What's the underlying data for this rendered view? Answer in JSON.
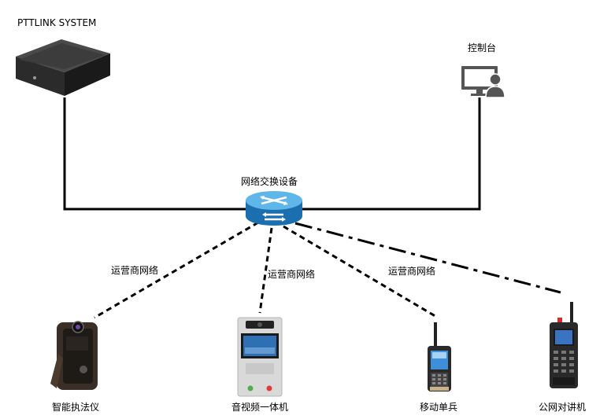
{
  "nodes": {
    "server": {
      "label": "PTTLINK SYSTEM",
      "icon": "server-box-icon"
    },
    "console": {
      "label": "控制台",
      "icon": "monitor-user-icon"
    },
    "switch": {
      "label": "网络交换设备",
      "icon": "network-switch-icon"
    },
    "bodycam": {
      "label": "智能执法仪",
      "icon": "body-camera-icon"
    },
    "intercom": {
      "label": "音视频一体机",
      "icon": "video-intercom-icon"
    },
    "mobile": {
      "label": "移动单兵",
      "icon": "mobile-radio-icon"
    },
    "radio": {
      "label": "公网对讲机",
      "icon": "handheld-radio-icon"
    }
  },
  "links": {
    "label_left": "运营商网络",
    "label_center": "运营商网络",
    "label_right": "运营商网络"
  },
  "colors": {
    "line": "#000000",
    "switch_blue": "#1b7fc4",
    "switch_light": "#5fb6e8",
    "server_dark": "#2b2b2b",
    "console_gray": "#555555"
  }
}
